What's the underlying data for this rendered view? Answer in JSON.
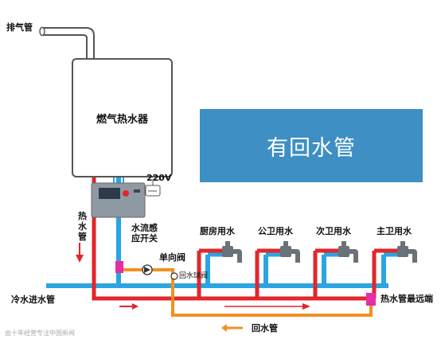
{
  "banner": {
    "text": "有回水管",
    "color": "#3d8fc4"
  },
  "labels": {
    "exhaust": "排气管",
    "heater": "燃气热水器",
    "voltage": "220V",
    "hot_pipe": "热水管",
    "flow_switch": "水流感应开关",
    "check_valve": "单向阀",
    "return_ball_valve": "回水球阀",
    "cold_inlet": "冷水进水管",
    "far_end": "热水管最远端",
    "return_pipe": "回水管",
    "footer": "由十年经营专注中国新闻"
  },
  "faucets": [
    "厨房用水",
    "公卫用水",
    "次卫用水",
    "主卫用水"
  ],
  "colors": {
    "hot": "#e2262b",
    "cold": "#2aa5e1",
    "return": "#f39021",
    "valve": "#e62ea6"
  }
}
